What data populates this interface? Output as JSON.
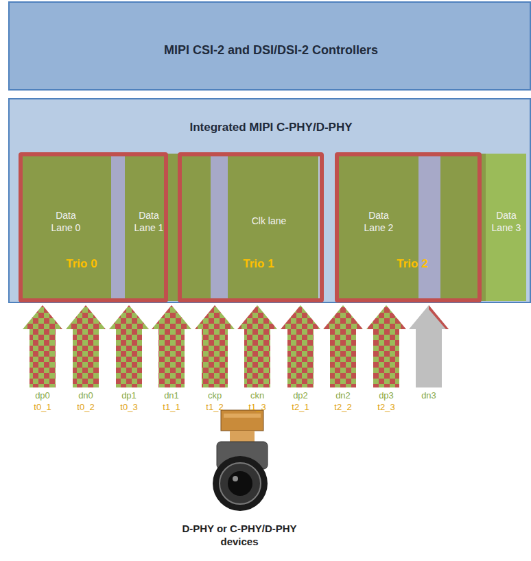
{
  "diagram": {
    "nodes": [
      {
        "text": [
          "MIPI CSI-2 and DSI/DSI-2 Controllers"
        ]
      },
      {
        "text": [
          "Integrated MIPI C-PHY/D-PHY"
        ]
      },
      {
        "text": [
          "Trio 0"
        ],
        "in": 1
      },
      {
        "text": [
          "Data Lane 0"
        ],
        "in": 1
      },
      {
        "text": [
          "Data Lane 1"
        ],
        "in": 1
      },
      {
        "text": [
          "Trio 1"
        ],
        "in": 1
      },
      {
        "text": [
          "Clk lane"
        ],
        "in": 1
      },
      {
        "text": [
          "Trio 2"
        ],
        "in": 1
      },
      {
        "text": [
          "Data Lane 2"
        ],
        "in": 1
      },
      {
        "text": [
          "Data Lane 3"
        ],
        "in": 1
      }
    ],
    "labels": [
      "dp0",
      "dn0",
      "dp1",
      "dn1",
      "ckp",
      "ckn",
      "dp2",
      "dn2",
      "dp3",
      "dn3",
      "t0_1",
      "t0_2",
      "t0_3",
      "t1_1",
      "t1_2",
      "t1_3",
      "t2_1",
      "t2_2",
      "t2_3",
      "D-PHY or C-PHY/D-PHY devices"
    ]
  }
}
